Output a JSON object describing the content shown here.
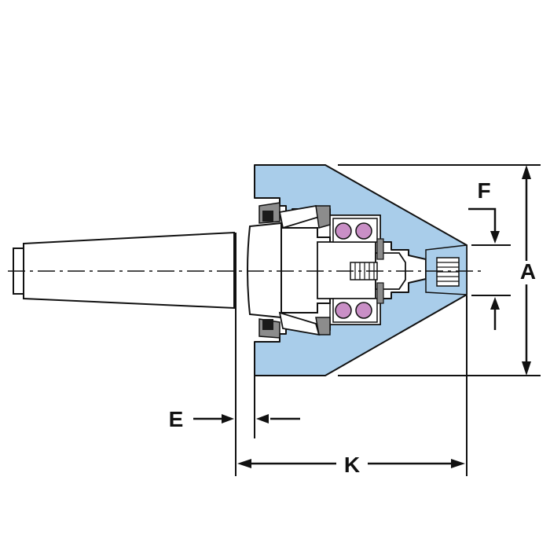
{
  "labels": {
    "dim_a": "A",
    "dim_e": "E",
    "dim_f": "F",
    "dim_k": "K"
  },
  "colors": {
    "housing_fill": "#a9cdea",
    "outline": "#111111",
    "bearing_ball": "#c98fc6",
    "seal_dark": "#1a1a1a",
    "seal_gray": "#8c8c8c",
    "background": "#ffffff"
  }
}
